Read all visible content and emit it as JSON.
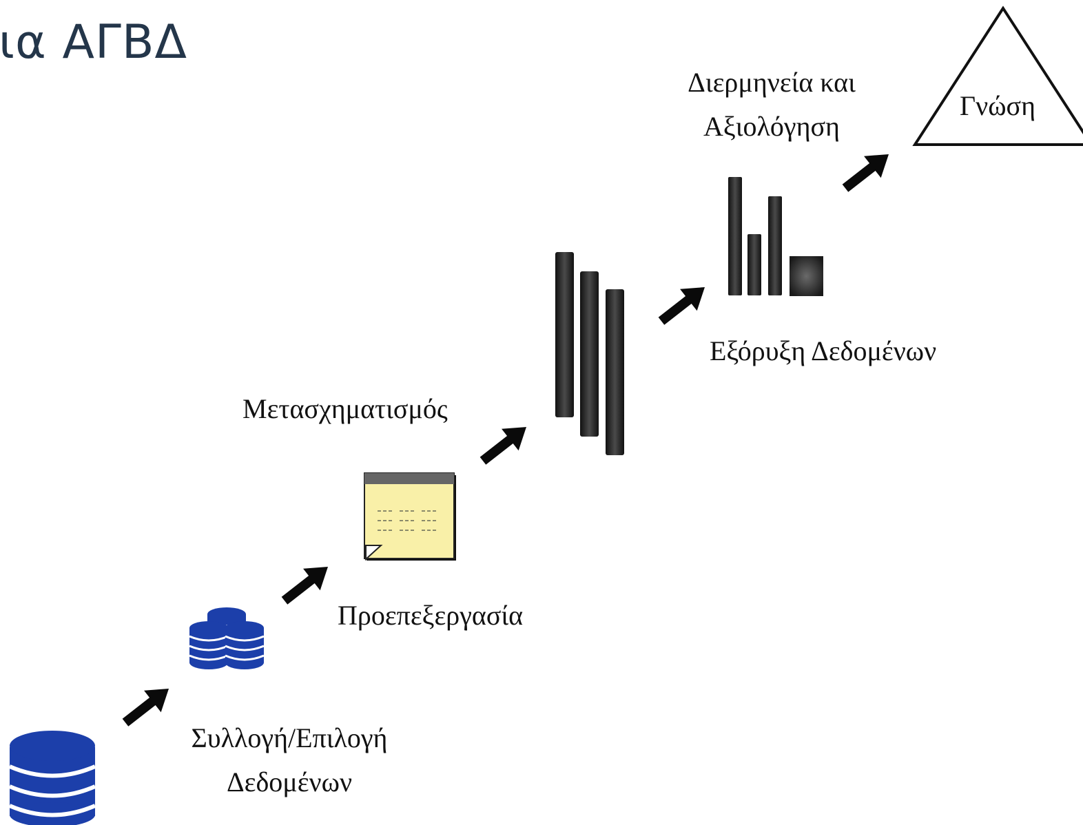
{
  "title": "ια ΑΓΒΔ",
  "stages": {
    "collection": {
      "line1": "Συλλογή/Επιλογή",
      "line2": "Δεδομένων"
    },
    "preprocessing": {
      "label": "Προεπεξεργασία"
    },
    "transformation": {
      "label": "Μετασχηματισμός"
    },
    "mining": {
      "label": "Εξόρυξη Δεδομένων"
    },
    "interpretation": {
      "line1": "Διερμηνεία και",
      "line2": "Αξιολόγηση"
    },
    "knowledge": {
      "label": "Γνώση"
    }
  },
  "icons": {
    "source": "database-icon",
    "target": "database-cluster-icon",
    "preprocessed": "note-document-icon",
    "transformed": "vertical-bars-icon",
    "patterns": "bar-pattern-icon",
    "knowledge": "triangle-icon",
    "arrows": "arrow-up-right-icon"
  },
  "colors": {
    "database": "#1c3faa",
    "note": "#f9f0a8",
    "bars": "#2b2b2b",
    "title": "#24364a"
  }
}
